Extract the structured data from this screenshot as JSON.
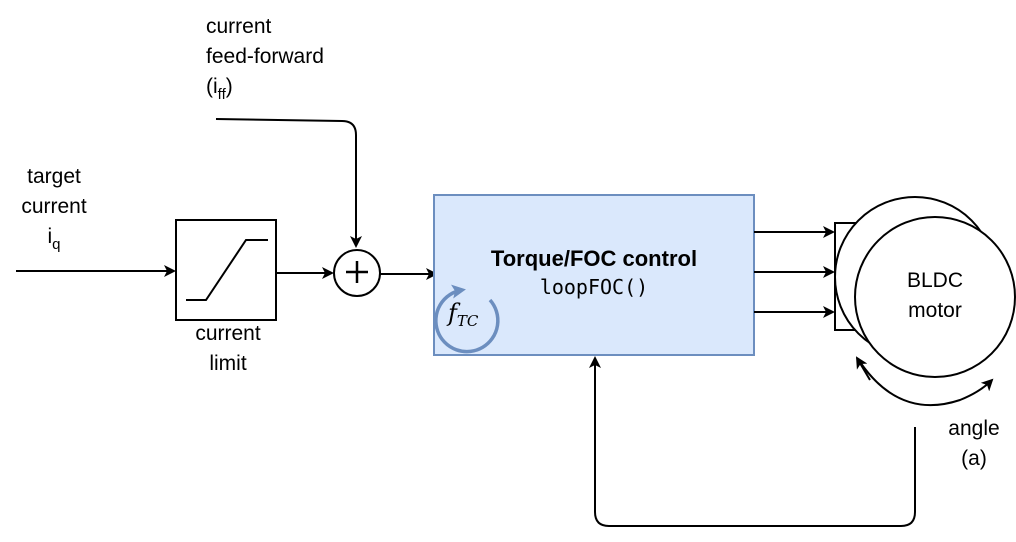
{
  "diagram": {
    "inputs": {
      "target_current": {
        "line1": "target",
        "line2": "current",
        "symbol": "i",
        "subscript": "q"
      },
      "feed_forward": {
        "line1": "current",
        "line2": "feed-forward",
        "open": "(i",
        "subscript": "ff",
        "close": ")"
      }
    },
    "blocks": {
      "current_limit": {
        "line1": "current",
        "line2": "limit",
        "icon": "saturation-icon"
      },
      "summing_junction": {
        "symbol": "+"
      },
      "foc_control": {
        "title": "Torque/FOC control",
        "function": "loopFOC()",
        "loop_symbol": "f",
        "loop_subscript": "TC"
      },
      "motor": {
        "line1": "BLDC",
        "line2": "motor"
      }
    },
    "feedback": {
      "angle": {
        "line1": "angle",
        "line2": "(a)"
      }
    },
    "colors": {
      "foc_fill": "#dae8fc",
      "foc_stroke": "#6c8ebf",
      "loop_icon": "#6c8ebf",
      "line": "#000000"
    }
  }
}
